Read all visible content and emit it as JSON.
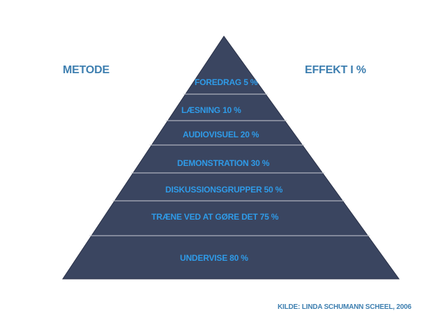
{
  "headers": {
    "left": "METODE",
    "right": "EFFEKT I %"
  },
  "levels": [
    {
      "label": "FOREDRAG 5 %"
    },
    {
      "label": "LÆSNING 10 %"
    },
    {
      "label": "AUDIOVISUEL 20 %"
    },
    {
      "label": "DEMONSTRATION 30 %"
    },
    {
      "label": "DISKUSSIONSGRUPPER 50 %"
    },
    {
      "label": "TRÆNE VED AT GØRE DET 75 %"
    },
    {
      "label": "UNDERVISE 80 %"
    }
  ],
  "source": "KILDE: LINDA SCHUMANN SCHEEL, 2006",
  "colors": {
    "pyramid_fill": "#3a4560",
    "pyramid_edge": "#2a3148",
    "divider": "#c9ccd3",
    "header_text": "#3e7fb0",
    "level_text": "#2f9be8"
  }
}
